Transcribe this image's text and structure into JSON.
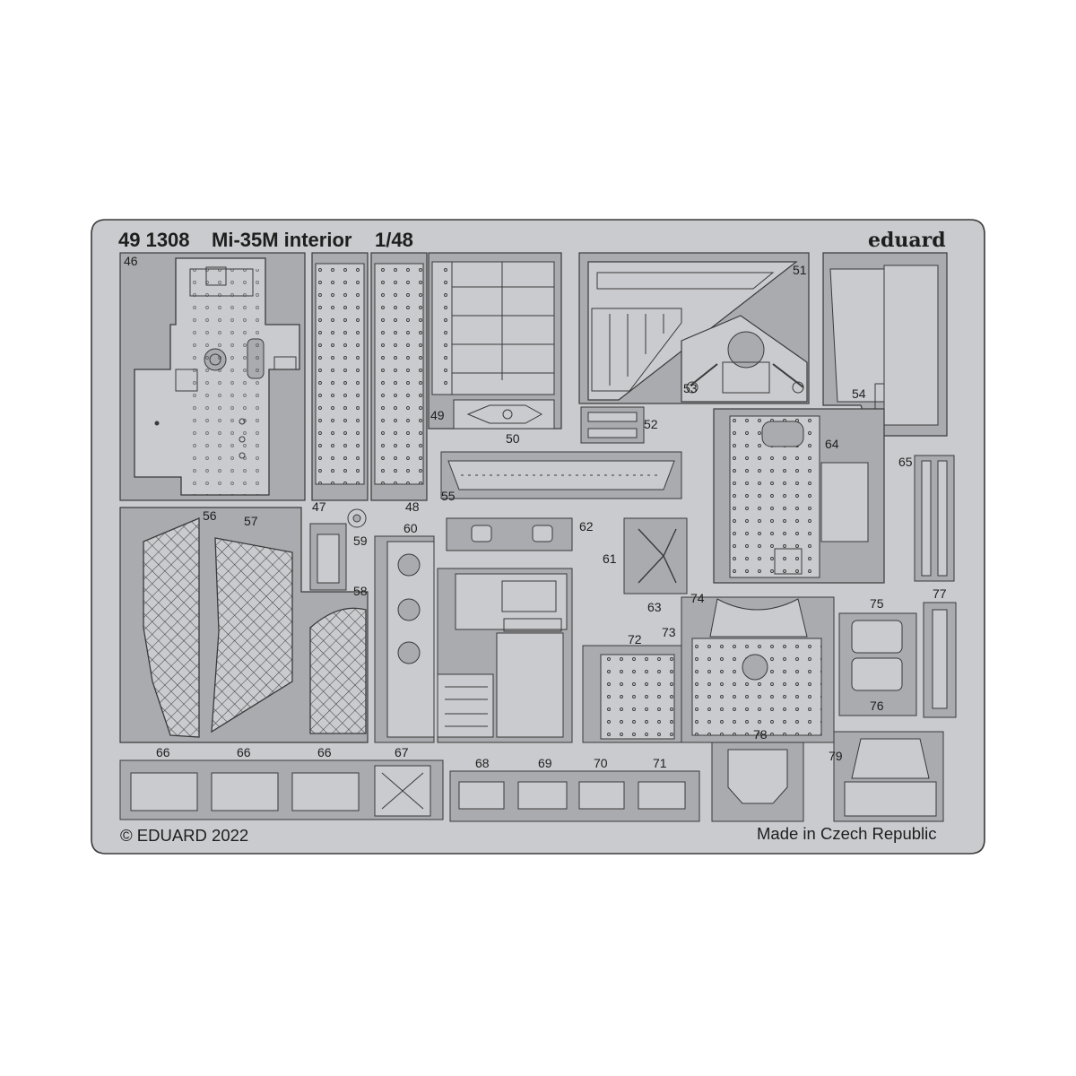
{
  "header": {
    "set_code": "49 1308",
    "title": "Mi-35M interior",
    "scale": "1/48",
    "brand": "eduard"
  },
  "footer": {
    "copyright": "© EDUARD 2022",
    "origin": "Made in Czech Republic"
  },
  "colors": {
    "fret": "#c9cbce",
    "recess": "#a9abaf",
    "line": "#3a3a3a",
    "text": "#1e1e1e"
  },
  "part_numbers": [
    "46",
    "47",
    "48",
    "49",
    "50",
    "51",
    "52",
    "53",
    "54",
    "55",
    "56",
    "57",
    "58",
    "59",
    "60",
    "61",
    "62",
    "63",
    "64",
    "65",
    "66",
    "66",
    "66",
    "67",
    "68",
    "69",
    "70",
    "71",
    "72",
    "73",
    "74",
    "75",
    "76",
    "77",
    "78",
    "79"
  ]
}
